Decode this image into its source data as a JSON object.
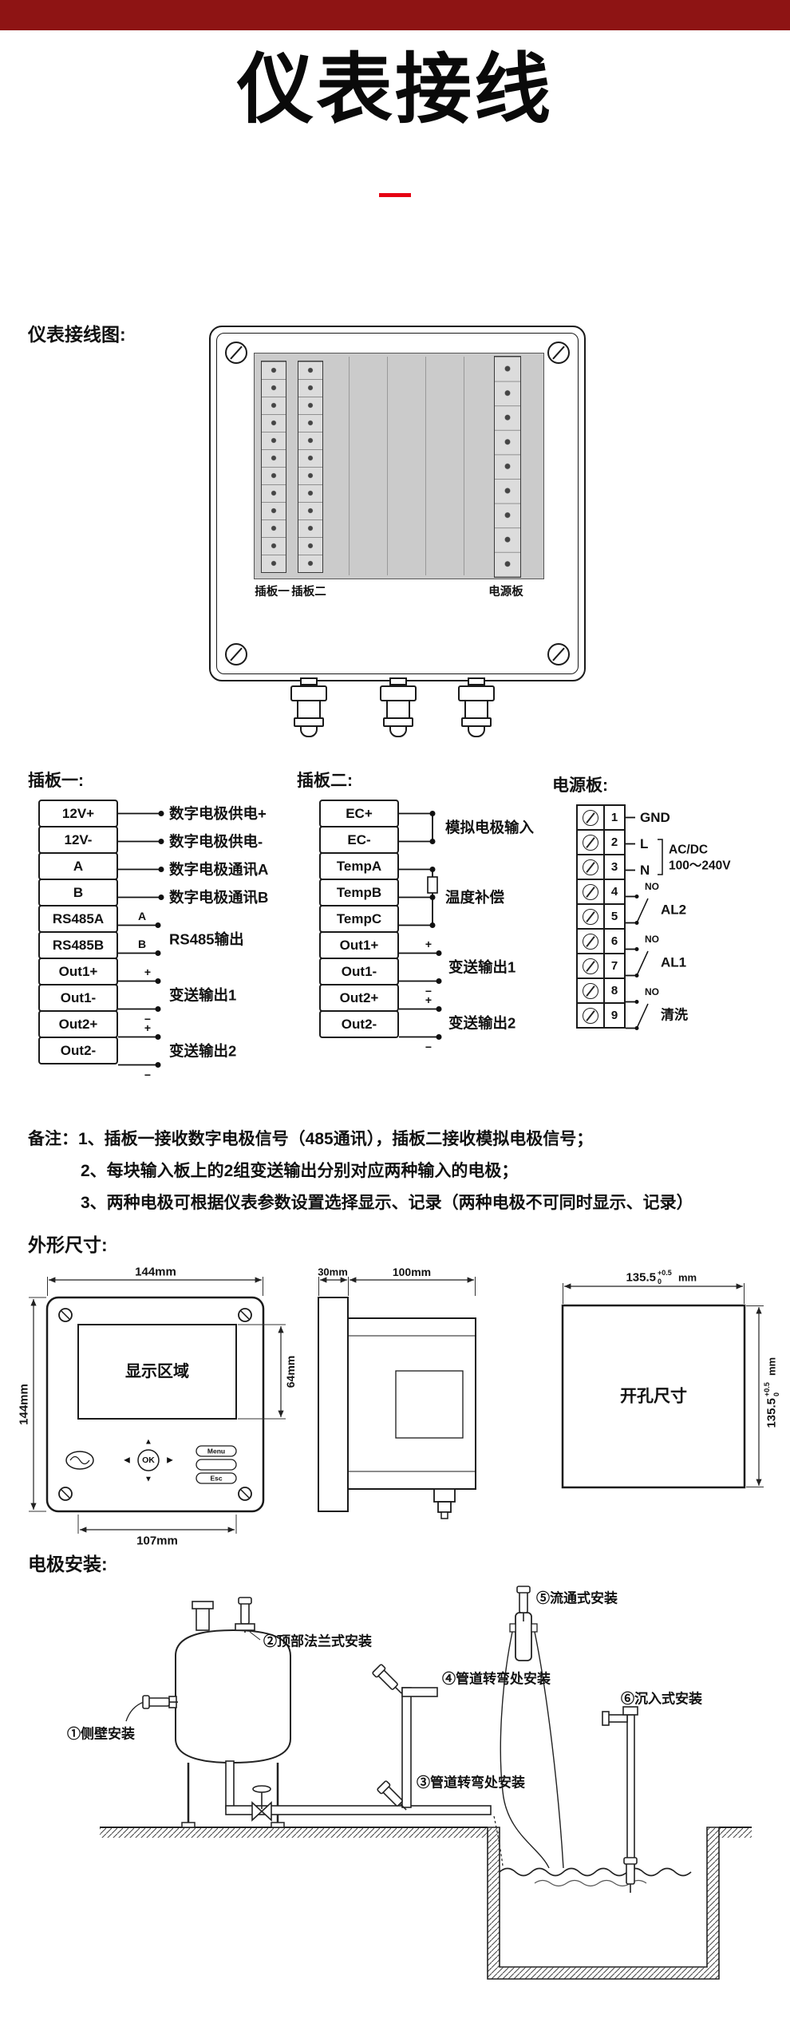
{
  "colors": {
    "topbar": "#8e1414",
    "accent": "#e60012",
    "line": "#1a1a1a",
    "panel": "#cbcbcb"
  },
  "header": {
    "title": "仪表接线"
  },
  "sections": {
    "wiring": "仪表接线图:",
    "dimensions": "外形尺寸:",
    "installation": "电极安装:"
  },
  "device": {
    "slot1_label": "插板一",
    "slot2_label": "插板二",
    "power_label": "电源板"
  },
  "board1": {
    "label": "插板一:",
    "terminals": [
      "12V+",
      "12V-",
      "A",
      "B",
      "RS485A",
      "RS485B",
      "Out1+",
      "Out1-",
      "Out2+",
      "Out2-"
    ],
    "desc": [
      "数字电极供电+",
      "数字电极供电-",
      "数字电极通讯A",
      "数字电极通讯B"
    ],
    "rs485": {
      "tag_a": "A",
      "tag_b": "B",
      "label": "RS485输出"
    },
    "out1": {
      "plus": "+",
      "minus": "−",
      "label": "变送输出1"
    },
    "out2": {
      "plus": "+",
      "minus": "−",
      "label": "变送输出2"
    }
  },
  "board2": {
    "label": "插板二:",
    "terminals": [
      "EC+",
      "EC-",
      "TempA",
      "TempB",
      "TempC",
      "Out1+",
      "Out1-",
      "Out2+",
      "Out2-"
    ],
    "ec_label": "模拟电极输入",
    "temp_label": "温度补偿",
    "out1": {
      "plus": "+",
      "minus": "−",
      "label": "变送输出1"
    },
    "out2": {
      "plus": "+",
      "minus": "−",
      "label": "变送输出2"
    }
  },
  "power": {
    "label": "电源板:",
    "numbers": [
      "1",
      "2",
      "3",
      "4",
      "5",
      "6",
      "7",
      "8",
      "9"
    ],
    "gnd": "GND",
    "live": "L",
    "neutral": "N",
    "acdc_line1": "AC/DC",
    "acdc_line2": "100～240V",
    "relays": [
      {
        "no": "NO",
        "name": "AL2"
      },
      {
        "no": "NO",
        "name": "AL1"
      },
      {
        "no": "NO",
        "name": "清洗"
      }
    ]
  },
  "notes": {
    "label": "备注：",
    "line1": "1、插板一接收数字电极信号（485通讯），插板二接收模拟电极信号；",
    "line2": "2、每块输入板上的2组变送输出分别对应两种输入的电极；",
    "line3": "3、两种电极可根据仪表参数设置选择显示、记录（两种电极不可同时显示、记录）"
  },
  "dims": {
    "front": {
      "top": "144mm",
      "left": "144mm",
      "display": "显示区域",
      "display_h": "64mm",
      "bottom": "107mm",
      "ok": "OK",
      "btn_menu": "Menu",
      "btn_esc": "Esc",
      "dpad_up": "▲",
      "dpad_down": "▼",
      "dpad_left": "◀",
      "dpad_right": "▶"
    },
    "side": {
      "flange": "30mm",
      "depth": "100mm"
    },
    "cutout": {
      "text": "开孔尺寸",
      "value": "135.5",
      "tol_plus": "+0.5",
      "tol_zero": "0",
      "unit": "mm"
    }
  },
  "install": {
    "items": [
      "①侧壁安装",
      "②顶部法兰式安装",
      "③管道转弯处安装",
      "④管道转弯处安装",
      "⑤流通式安装",
      "⑥沉入式安装"
    ]
  }
}
